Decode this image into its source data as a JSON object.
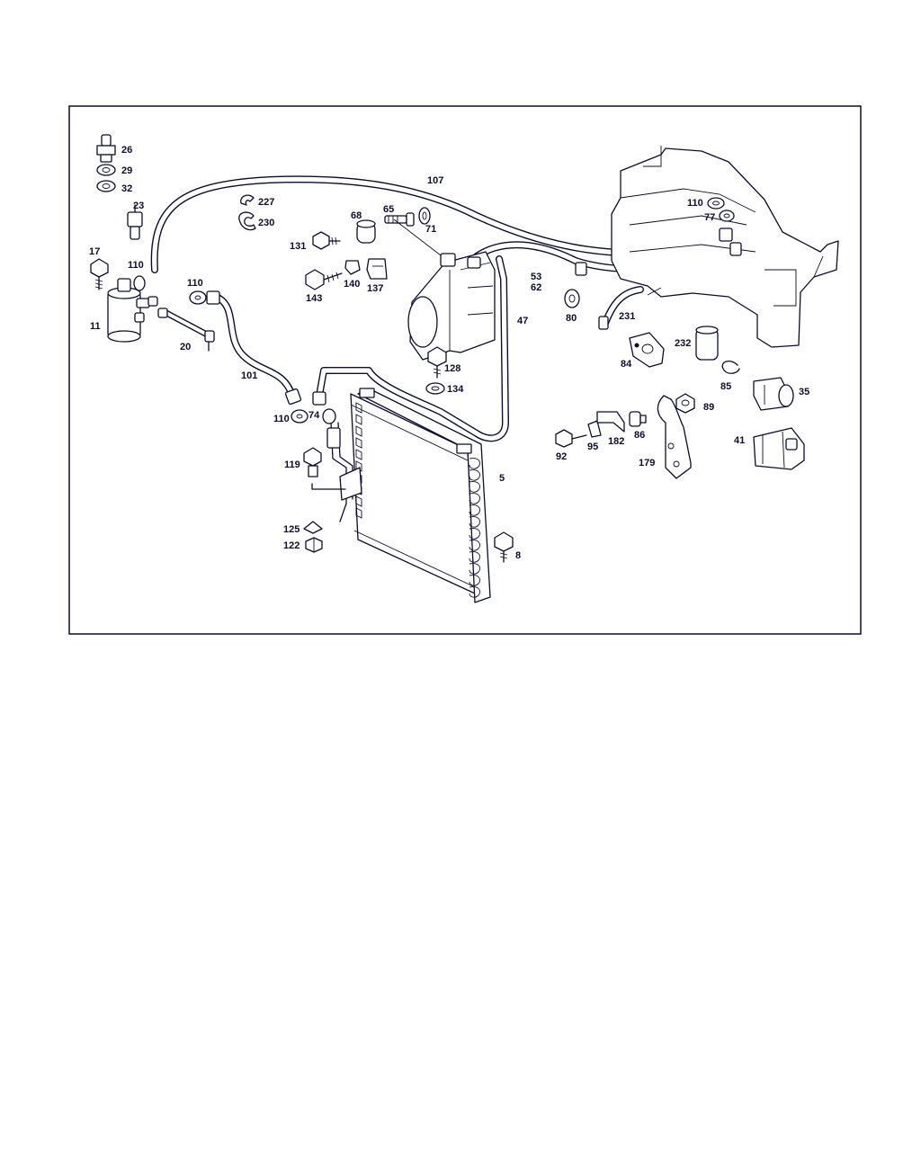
{
  "diagram": {
    "labels": {
      "p26": "26",
      "p29": "29",
      "p32": "32",
      "p23": "23",
      "p17": "17",
      "p110a": "110",
      "p11": "11",
      "p20": "20",
      "p110b": "110",
      "p101": "101",
      "p110c": "110",
      "p74": "74",
      "p119": "119",
      "p125": "125",
      "p122": "122",
      "p107": "107",
      "p227": "227",
      "p230": "230",
      "p131": "131",
      "p68": "68",
      "p65": "65",
      "p71": "71",
      "p140": "140",
      "p137": "137",
      "p143": "143",
      "p53": "53",
      "p62": "62",
      "p47": "47",
      "p128": "128",
      "p134": "134",
      "p5": "5",
      "p8": "8",
      "p110d": "110",
      "p77": "77",
      "p80": "80",
      "p231": "231",
      "p84": "84",
      "p232": "232",
      "p85": "85",
      "p35": "35",
      "p89": "89",
      "p92": "92",
      "p95": "95",
      "p182": "182",
      "p86": "86",
      "p179": "179",
      "p41": "41"
    }
  }
}
